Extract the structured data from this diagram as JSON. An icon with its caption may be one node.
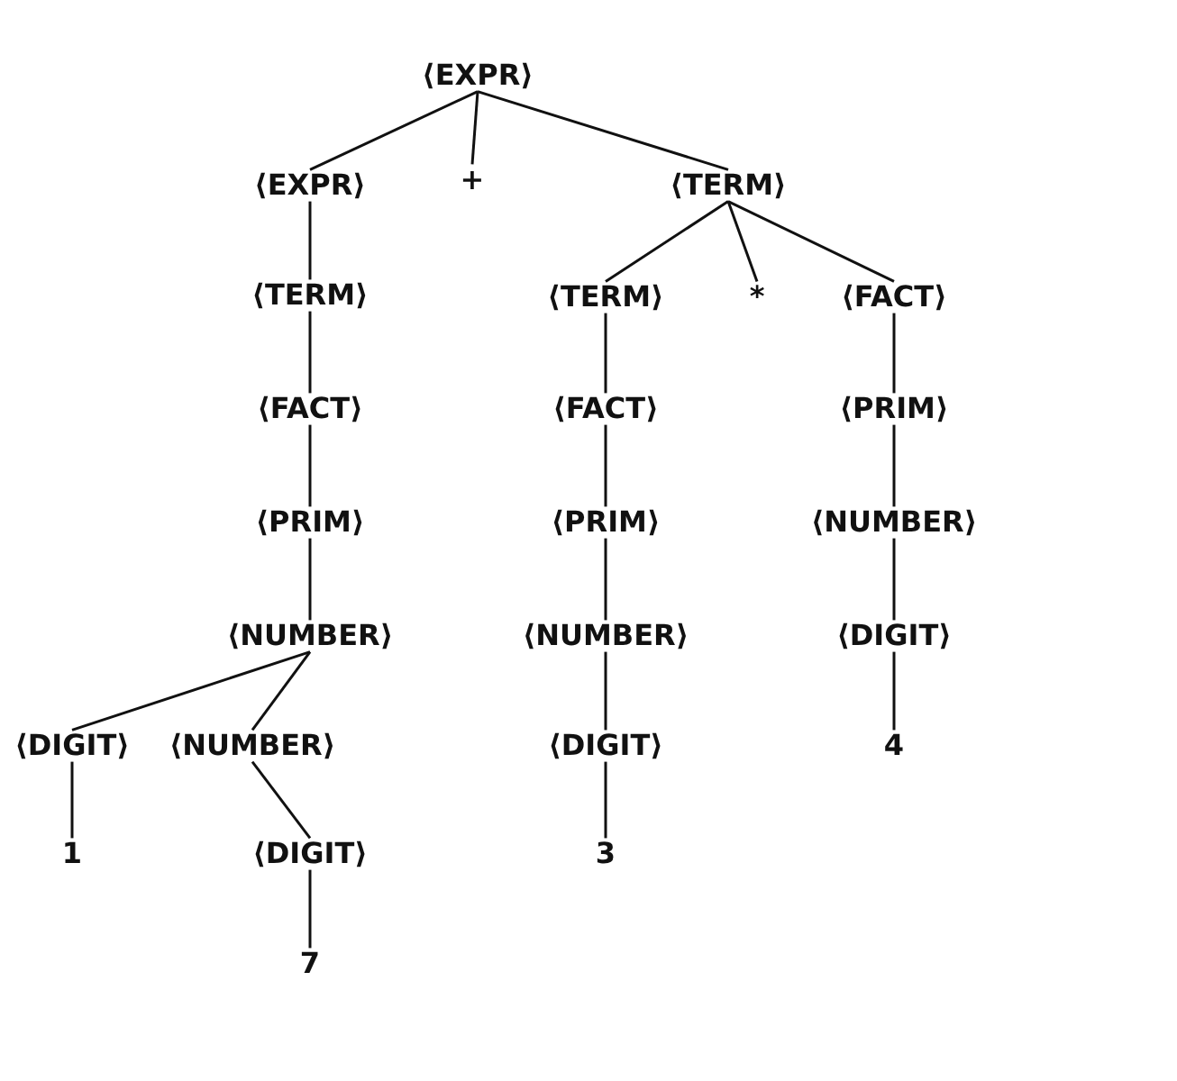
{
  "diagram": {
    "nodes": [
      {
        "text": [
          "⟨EXPR⟩"
        ]
      },
      {
        "text": [
          "⟨EXPR⟩"
        ]
      },
      {
        "text": [
          "+"
        ]
      },
      {
        "text": [
          "⟨TERM⟩"
        ]
      },
      {
        "text": [
          "⟨TERM⟩"
        ]
      },
      {
        "text": [
          "⟨TERM⟩"
        ]
      },
      {
        "text": [
          "*"
        ]
      },
      {
        "text": [
          "⟨FACT⟩"
        ]
      },
      {
        "text": [
          "⟨FACT⟩"
        ]
      },
      {
        "text": [
          "⟨FACT⟩"
        ]
      },
      {
        "text": [
          "⟨PRIM⟩"
        ]
      },
      {
        "text": [
          "⟨PRIM⟩"
        ]
      },
      {
        "text": [
          "⟨PRIM⟩"
        ]
      },
      {
        "text": [
          "⟨NUMBER⟩"
        ]
      },
      {
        "text": [
          "⟨NUMBER⟩"
        ]
      },
      {
        "text": [
          "⟨NUMBER⟩"
        ]
      },
      {
        "text": [
          "⟨DIGIT⟩"
        ]
      },
      {
        "text": [
          "⟨DIGIT⟩"
        ]
      },
      {
        "text": [
          "⟨NUMBER⟩"
        ]
      },
      {
        "text": [
          "⟨DIGIT⟩"
        ]
      },
      {
        "text": [
          "4"
        ]
      },
      {
        "text": [
          "1"
        ]
      },
      {
        "text": [
          "⟨DIGIT⟩"
        ]
      },
      {
        "text": [
          "3"
        ]
      },
      {
        "text": [
          "7"
        ]
      }
    ],
    "edges": [
      {
        "from": 0,
        "to": 1,
        "arrow": "none"
      },
      {
        "from": 0,
        "to": 2,
        "arrow": "none"
      },
      {
        "from": 0,
        "to": 3,
        "arrow": "none"
      },
      {
        "from": 1,
        "to": 4,
        "arrow": "none"
      },
      {
        "from": 3,
        "to": 5,
        "arrow": "none"
      },
      {
        "from": 3,
        "to": 6,
        "arrow": "none"
      },
      {
        "from": 3,
        "to": 7,
        "arrow": "none"
      },
      {
        "from": 4,
        "to": 8,
        "arrow": "none"
      },
      {
        "from": 5,
        "to": 9,
        "arrow": "none"
      },
      {
        "from": 7,
        "to": 10,
        "arrow": "none"
      },
      {
        "from": 8,
        "to": 11,
        "arrow": "none"
      },
      {
        "from": 9,
        "to": 12,
        "arrow": "none"
      },
      {
        "from": 10,
        "to": 13,
        "arrow": "none"
      },
      {
        "from": 11,
        "to": 14,
        "arrow": "none"
      },
      {
        "from": 12,
        "to": 15,
        "arrow": "none"
      },
      {
        "from": 13,
        "to": 16,
        "arrow": "none"
      },
      {
        "from": 14,
        "to": 17,
        "arrow": "none"
      },
      {
        "from": 14,
        "to": 18,
        "arrow": "none"
      },
      {
        "from": 15,
        "to": 19,
        "arrow": "none"
      },
      {
        "from": 16,
        "to": 20,
        "arrow": "none"
      },
      {
        "from": 17,
        "to": 21,
        "arrow": "none"
      },
      {
        "from": 18,
        "to": 22,
        "arrow": "none"
      },
      {
        "from": 19,
        "to": 23,
        "arrow": "none"
      },
      {
        "from": 22,
        "to": 24,
        "arrow": "none"
      }
    ]
  }
}
